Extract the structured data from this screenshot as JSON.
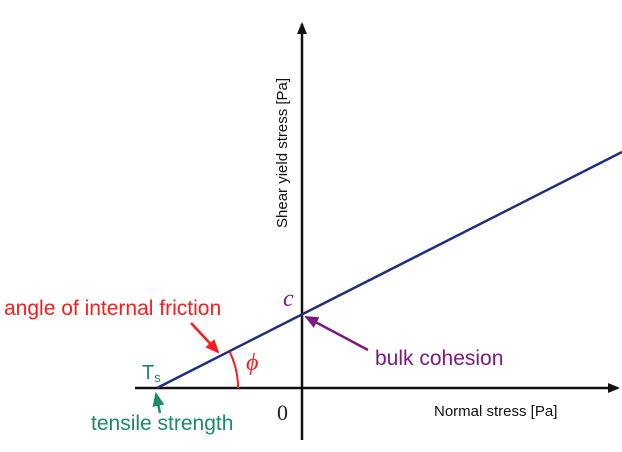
{
  "axes": {
    "x_label": "Normal stress [Pa]",
    "y_label": "Shear yield stress [Pa]",
    "origin_label": "0"
  },
  "labels": {
    "cohesion_symbol": "c",
    "phi_symbol": "ϕ",
    "tensile_symbol": "T",
    "tensile_subscript": "s",
    "angle_annotation": "angle of internal friction",
    "cohesion_annotation": "bulk cohesion",
    "tensile_annotation": "tensile strength"
  },
  "colors": {
    "axis": "#111111",
    "line": "#1f2f7a",
    "friction": "#ff1a1a",
    "cohesion": "#7a1a80",
    "tensile": "#1a8a6a"
  }
}
